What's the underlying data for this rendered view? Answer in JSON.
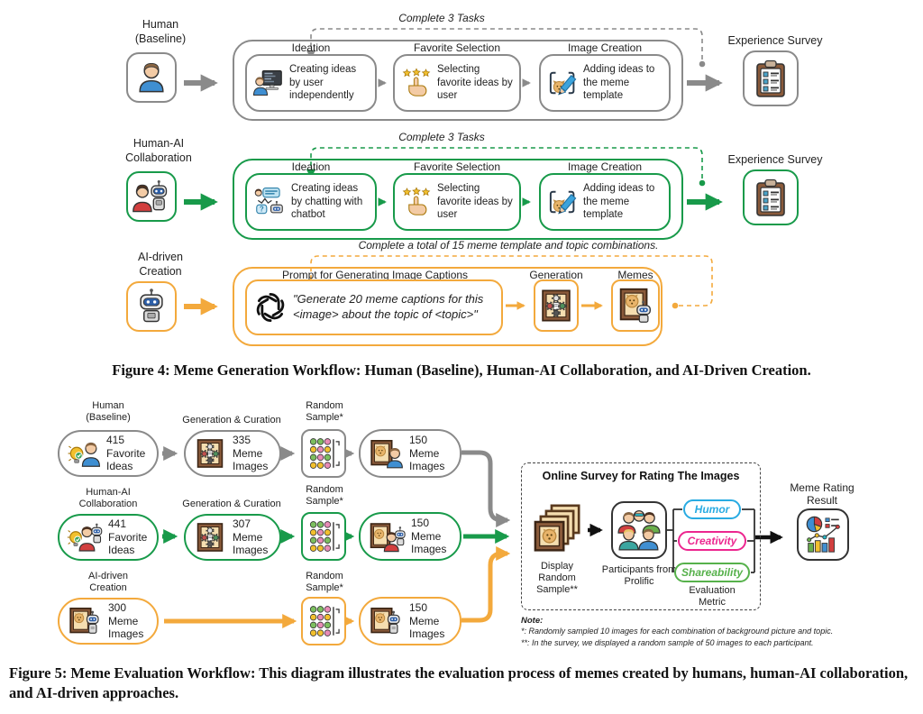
{
  "colors": {
    "human": "#8a8a8a",
    "human_ai": "#189a4a",
    "ai": "#f3a93c",
    "humor": "#29abe2",
    "creativity": "#ec268f",
    "shareability": "#56b14b",
    "frame_brown": "#8a5a3a"
  },
  "figure4": {
    "caption": "Figure 4: Meme Generation Workflow: Human (Baseline), Human-AI Collaboration, and AI-Driven Creation.",
    "rows": [
      {
        "label": "Human (Baseline)",
        "loop_label": "Complete 3 Tasks",
        "tasks": [
          {
            "title": "Ideation",
            "text": "Creating ideas by user independently"
          },
          {
            "title": "Favorite Selection",
            "text": "Selecting favorite ideas by user"
          },
          {
            "title": "Image Creation",
            "text": "Adding ideas to the meme template"
          }
        ],
        "survey_label": "Experience Survey"
      },
      {
        "label": "Human-AI Collaboration",
        "loop_label": "Complete 3 Tasks",
        "tasks": [
          {
            "title": "Ideation",
            "text": "Creating ideas by chatting with chatbot"
          },
          {
            "title": "Favorite Selection",
            "text": "Selecting favorite ideas by user"
          },
          {
            "title": "Image Creation",
            "text": "Adding ideas to the meme template"
          }
        ],
        "survey_label": "Experience Survey"
      }
    ],
    "ai_row": {
      "label": "AI-driven Creation",
      "loop_label": "Complete a total of 15 meme template and topic combinations.",
      "prompt_title": "Prompt for Generating Image Captions",
      "prompt_text": "\"Generate 20 meme captions for this <image> about the topic of <topic>\"",
      "generation_label": "Generation",
      "memes_label": "Memes"
    }
  },
  "figure5": {
    "caption": "Figure 5: Meme Evaluation Workflow: This diagram illustrates the evaluation process of memes created by humans, human-AI collaboration, and AI-driven approaches.",
    "rows": [
      {
        "label": "Human (Baseline)",
        "source_value": "415",
        "source_unit": "Favorite Ideas",
        "gen_label": "Generation & Curation",
        "gen_value": "335",
        "gen_unit": "Meme Images",
        "sample_label": "Random Sample*",
        "out_value": "150",
        "out_unit": "Meme Images"
      },
      {
        "label": "Human-AI Collaboration",
        "source_value": "441",
        "source_unit": "Favorite Ideas",
        "gen_label": "Generation & Curation",
        "gen_value": "307",
        "gen_unit": "Meme Images",
        "sample_label": "Random Sample*",
        "out_value": "150",
        "out_unit": "Meme Images"
      },
      {
        "label": "AI-driven Creation",
        "source_value": "300",
        "source_unit": "Meme Images",
        "sample_label": "Random Sample*",
        "out_value": "150",
        "out_unit": "Meme Images"
      }
    ],
    "survey": {
      "title": "Online Survey for Rating The Images",
      "display_label": "Display Random Sample**",
      "participants_label": "Participants from Prolific",
      "metrics": [
        "Humor",
        "Creativity",
        "Shareability"
      ],
      "metrics_label": "Evaluation Metric"
    },
    "result_label": "Meme Rating Result",
    "note": {
      "title": "Note:",
      "line1": "*: Randomly sampled 10 images for each combination of background picture and topic.",
      "line2": "**: In the survey, we displayed a random sample of 50 images to each participant."
    }
  },
  "icons": {
    "person-icon": "human avatar with blue shirt",
    "human-robot-icon": "person in red shirt beside robot",
    "robot-icon": "blue-faced robot with antenna",
    "ideation-computer-icon": "person working at a dark monitor",
    "stars-hand-icon": "three gold stars above a pointing hand",
    "image-create-icon": "pencil over doge meme template",
    "clipboard-icon": "survey clipboard with checkboxes",
    "chat-icon": "chat bubbles between user and chatbot",
    "openai-logo-icon": "hexagonal knot logo",
    "generation-gears-icon": "framed picture with gears pipeline",
    "memes-frame-icon": "framed doge picture with robot",
    "bulb-person-icon": "idea bulb with check and person",
    "bulb-person-robot-icon": "idea bulb with person and robot",
    "frame-person-icon": "framed doge picture with person",
    "frame-person-robot-icon": "framed doge picture with person and robot",
    "frame-robot-icon": "framed doge picture with robot",
    "random-sample-grid-icon": "grid of colored sample dots",
    "stacked-frames-icon": "stack of framed meme images",
    "people-group-icon": "group of survey participants",
    "rating-chart-icon": "pie, bar and line rating charts"
  }
}
